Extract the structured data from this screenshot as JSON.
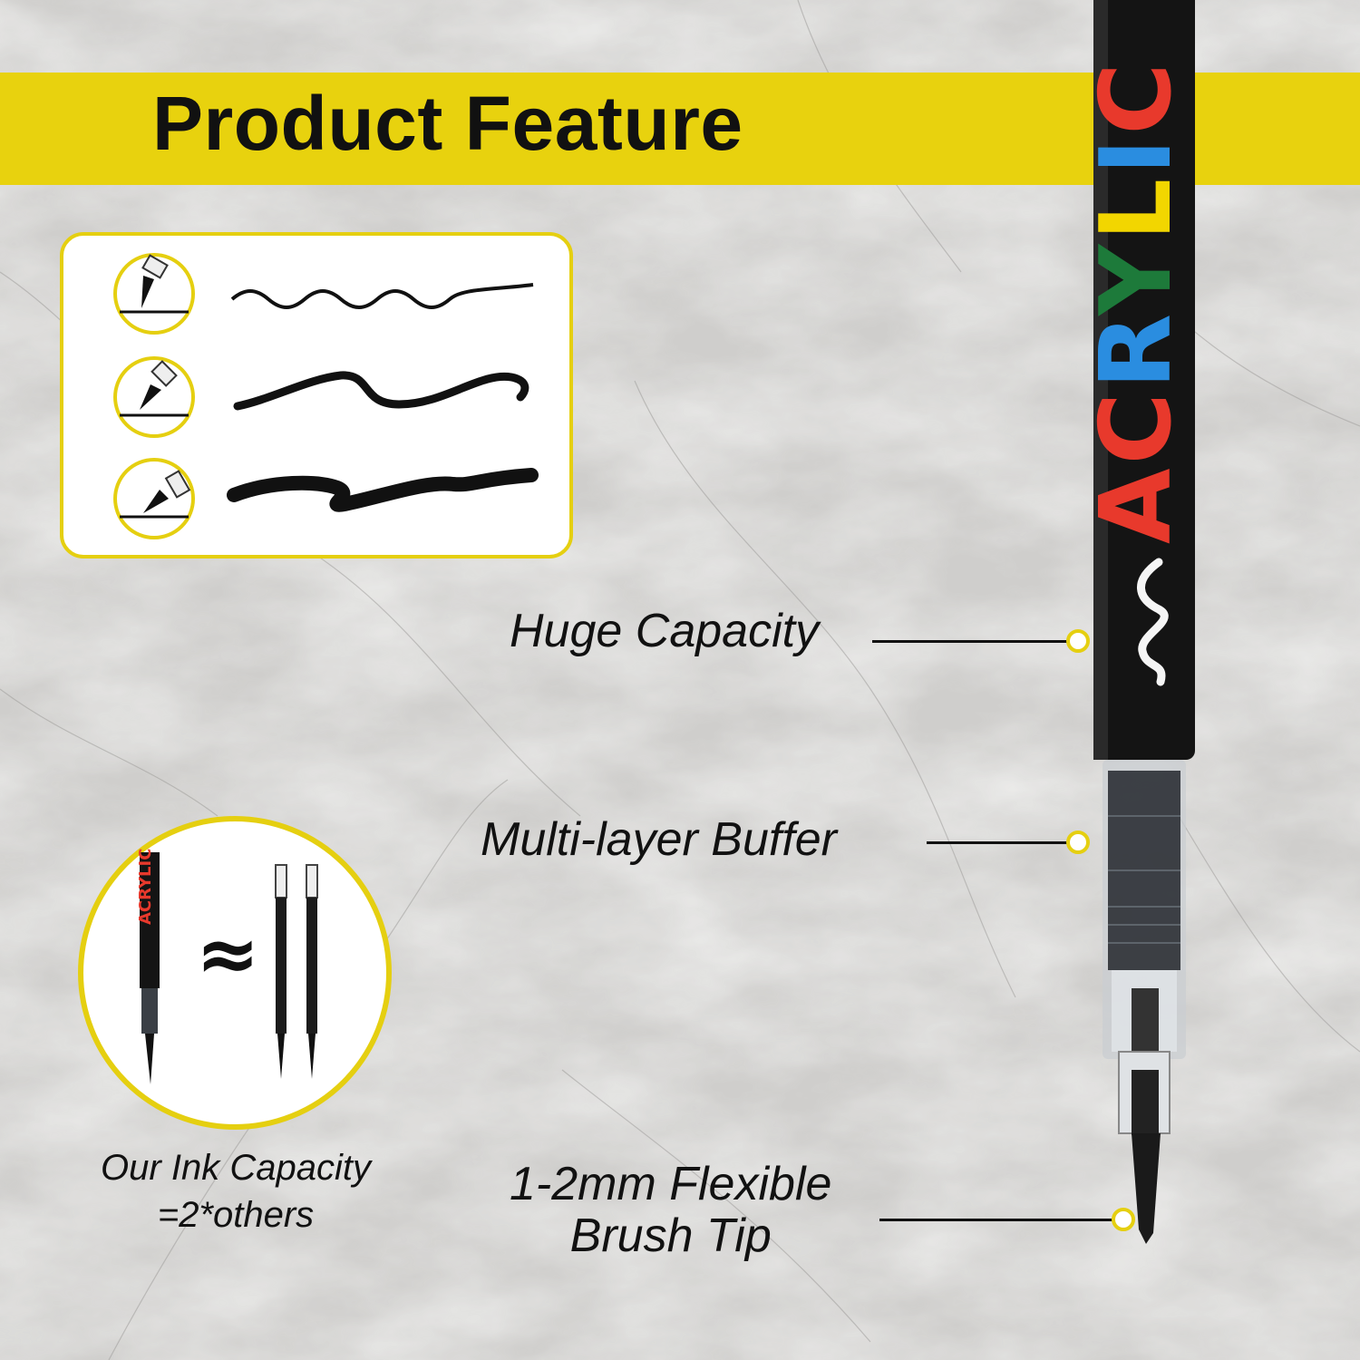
{
  "banner": {
    "title": "Product Feature",
    "color": "#e8d20e"
  },
  "stroke_samples": {
    "items": [
      {
        "icon": "brush-tip-icon",
        "stroke": "thin-wavy-line"
      },
      {
        "icon": "brush-tip-icon",
        "stroke": "medium-wavy-line"
      },
      {
        "icon": "brush-tip-icon",
        "stroke": "thick-wavy-line"
      }
    ]
  },
  "pen": {
    "brand_text": "ACRYLIC",
    "letter_colors": [
      "#e8392c",
      "#e8392c",
      "#2a8de0",
      "#1d7a3a",
      "#f2d600",
      "#2a8de0",
      "#e8392c"
    ]
  },
  "callouts": [
    {
      "label": "Huge Capacity"
    },
    {
      "label": "Multi-layer Buffer"
    },
    {
      "label_lines": [
        "1-2mm Flexible",
        "Brush Tip"
      ]
    }
  ],
  "capacity_compare": {
    "approx_symbol": "≈",
    "caption_lines": [
      "Our Ink Capacity",
      "=2*others"
    ]
  },
  "accent_color": "#e5cf10"
}
